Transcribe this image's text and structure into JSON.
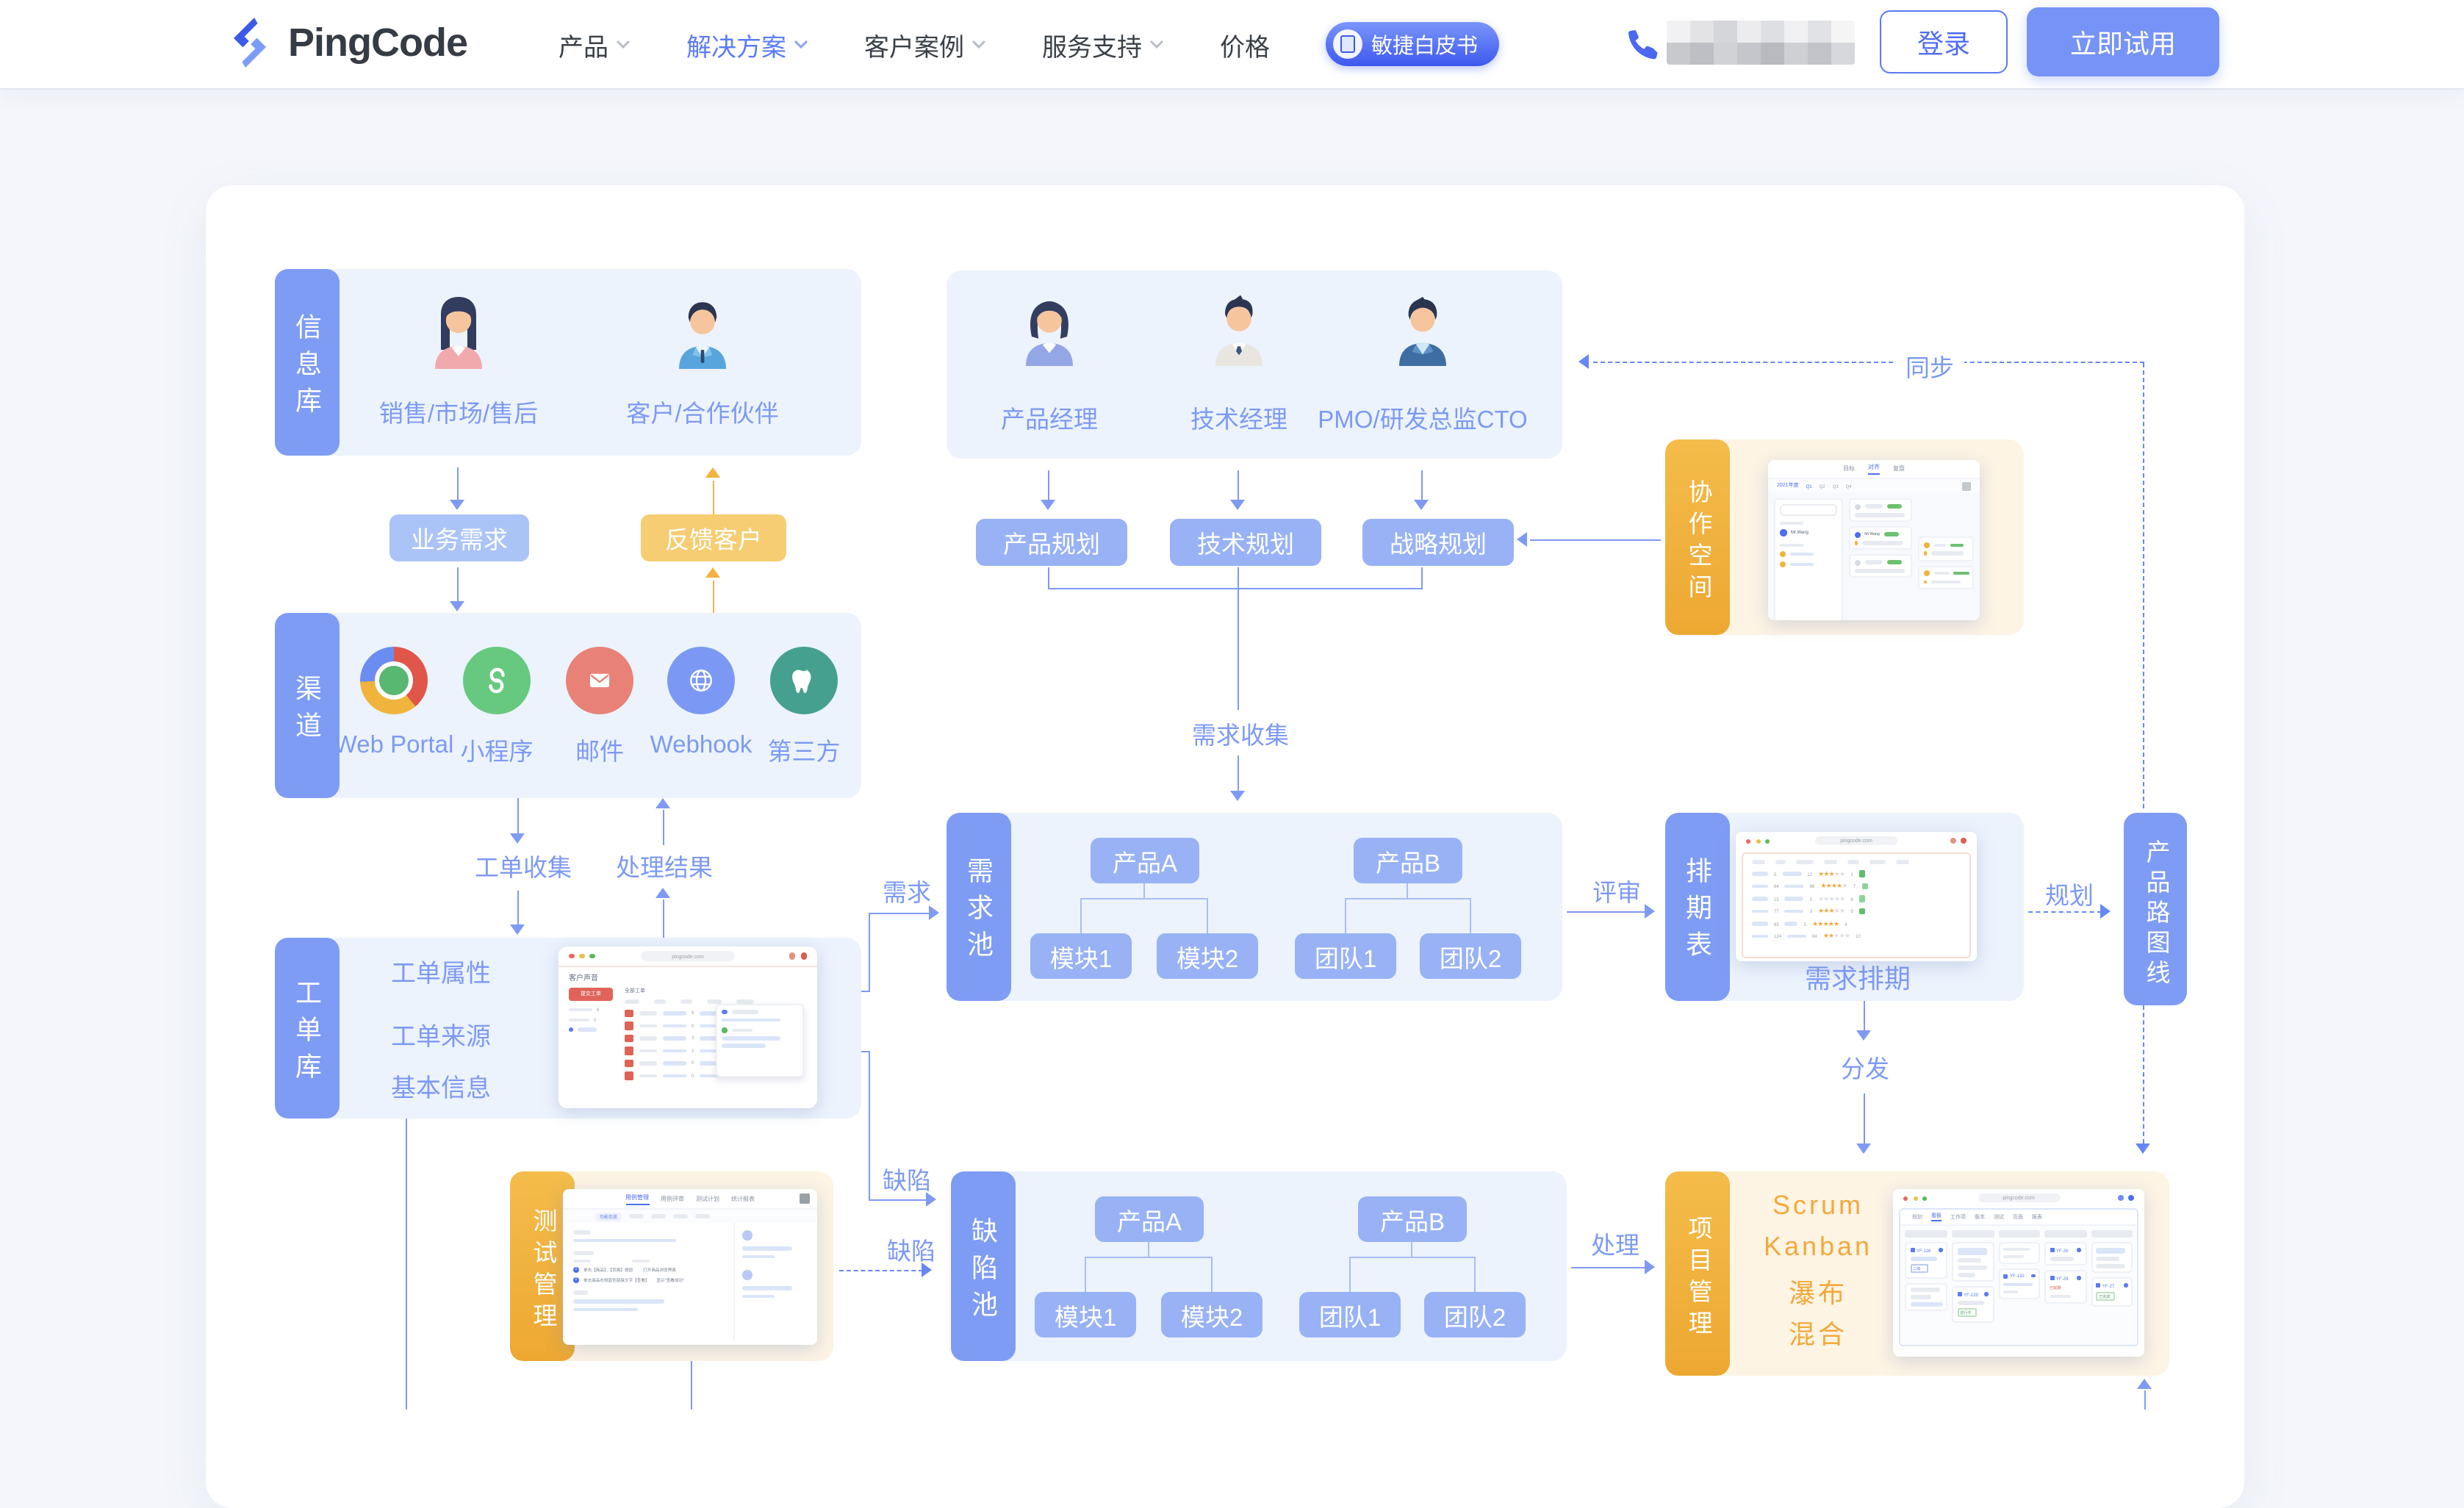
{
  "header": {
    "brand": "PingCode",
    "nav_items": [
      {
        "label": "产品"
      },
      {
        "label": "解决方案"
      },
      {
        "label": "客户案例"
      },
      {
        "label": "服务支持"
      },
      {
        "label": "价格"
      }
    ],
    "whitepaper_badge": "敏捷白皮书",
    "login_label": "登录",
    "trial_label": "立即试用"
  },
  "diagram": {
    "info_hub": {
      "tab": "信息库",
      "roles": [
        {
          "label": "销售/市场/售后"
        },
        {
          "label": "客户/合作伙伴"
        }
      ]
    },
    "business_need_pill": "业务需求",
    "feedback_pill": "反馈客户",
    "channels": {
      "tab": "渠道",
      "items": [
        {
          "label": "Web Portal"
        },
        {
          "label": "小程序"
        },
        {
          "label": "邮件"
        },
        {
          "label": "Webhook"
        },
        {
          "label": "第三方"
        }
      ]
    },
    "ticket_collect_label": "工单收集",
    "ticket_result_label": "处理结果",
    "ticket_hub": {
      "tab": "工单库",
      "items": [
        "工单属性",
        "工单来源",
        "基本信息"
      ],
      "mockup": {
        "url": "pingcode.com",
        "title": "客户声音",
        "button": "提交工单",
        "menu": "全部工单"
      }
    },
    "planning": {
      "roles": [
        {
          "label": "产品经理"
        },
        {
          "label": "技术经理"
        },
        {
          "label": "PMO/研发总监CTO"
        }
      ],
      "plans": [
        "产品规划",
        "技术规划",
        "战略规划"
      ],
      "collect_label": "需求收集"
    },
    "demand_pool": {
      "tab": "需求池",
      "groups": [
        {
          "parent": "产品A",
          "children": [
            "模块1",
            "模块2"
          ]
        },
        {
          "parent": "产品B",
          "children": [
            "团队1",
            "团队2"
          ]
        }
      ]
    },
    "defect_pool": {
      "tab": "缺陷池",
      "groups": [
        {
          "parent": "产品A",
          "children": [
            "模块1",
            "模块2"
          ]
        },
        {
          "parent": "产品B",
          "children": [
            "团队1",
            "团队2"
          ]
        }
      ]
    },
    "schedule": {
      "tab": "排期表",
      "caption": "需求排期",
      "mockup_url": "pingcode.com"
    },
    "workspace": {
      "tab": "协作空间",
      "mockup": {
        "tabs": [
          "目标",
          "对齐",
          "复盘"
        ],
        "year_label": "2021年度",
        "quarters": [
          "Q1",
          "Q2",
          "Q3",
          "Q4"
        ]
      }
    },
    "roadmap": {
      "tab": "产品路图线"
    },
    "project": {
      "tab": "项目管理",
      "methods": [
        "Scrum",
        "Kanban",
        "瀑布",
        "混合"
      ],
      "mockup": {
        "url": "pingcode.com",
        "tabs": [
          "规划",
          "看板",
          "工作项",
          "版本",
          "测试",
          "页面",
          "报表"
        ],
        "tickets": [
          "YF-116",
          "YF-132",
          "YF-128",
          "YF-26",
          "YF-29",
          "YF-27"
        ]
      }
    },
    "testing": {
      "tab": "测试管理",
      "mockup": {
        "tabs": [
          "用例管理",
          "用例评审",
          "测试计划",
          "统计报表"
        ]
      }
    },
    "flow_labels": {
      "sync": "同步",
      "review": "评审",
      "plan": "规划",
      "dispatch": "分发",
      "handle": "处理",
      "demand": "需求",
      "defect_from_tickets": "缺陷",
      "defect_from_testing": "缺陷"
    }
  },
  "colors": {
    "accent_blue": "#4f6df5",
    "tab_blue": "#7e9cf4",
    "panel_blue": "#ecf3fd",
    "button_blue": "#98b2f5",
    "label_blue": "#7d9af3",
    "line_blue": "#7f9af2",
    "dashed_blue": "#6688f2",
    "tab_orange": "#f1b23c",
    "panel_cream": "#fdf4e4",
    "method_orange": "#f2a93c",
    "pill_yellow": "#f6cd72",
    "pill_blue": "#abc4f8"
  }
}
